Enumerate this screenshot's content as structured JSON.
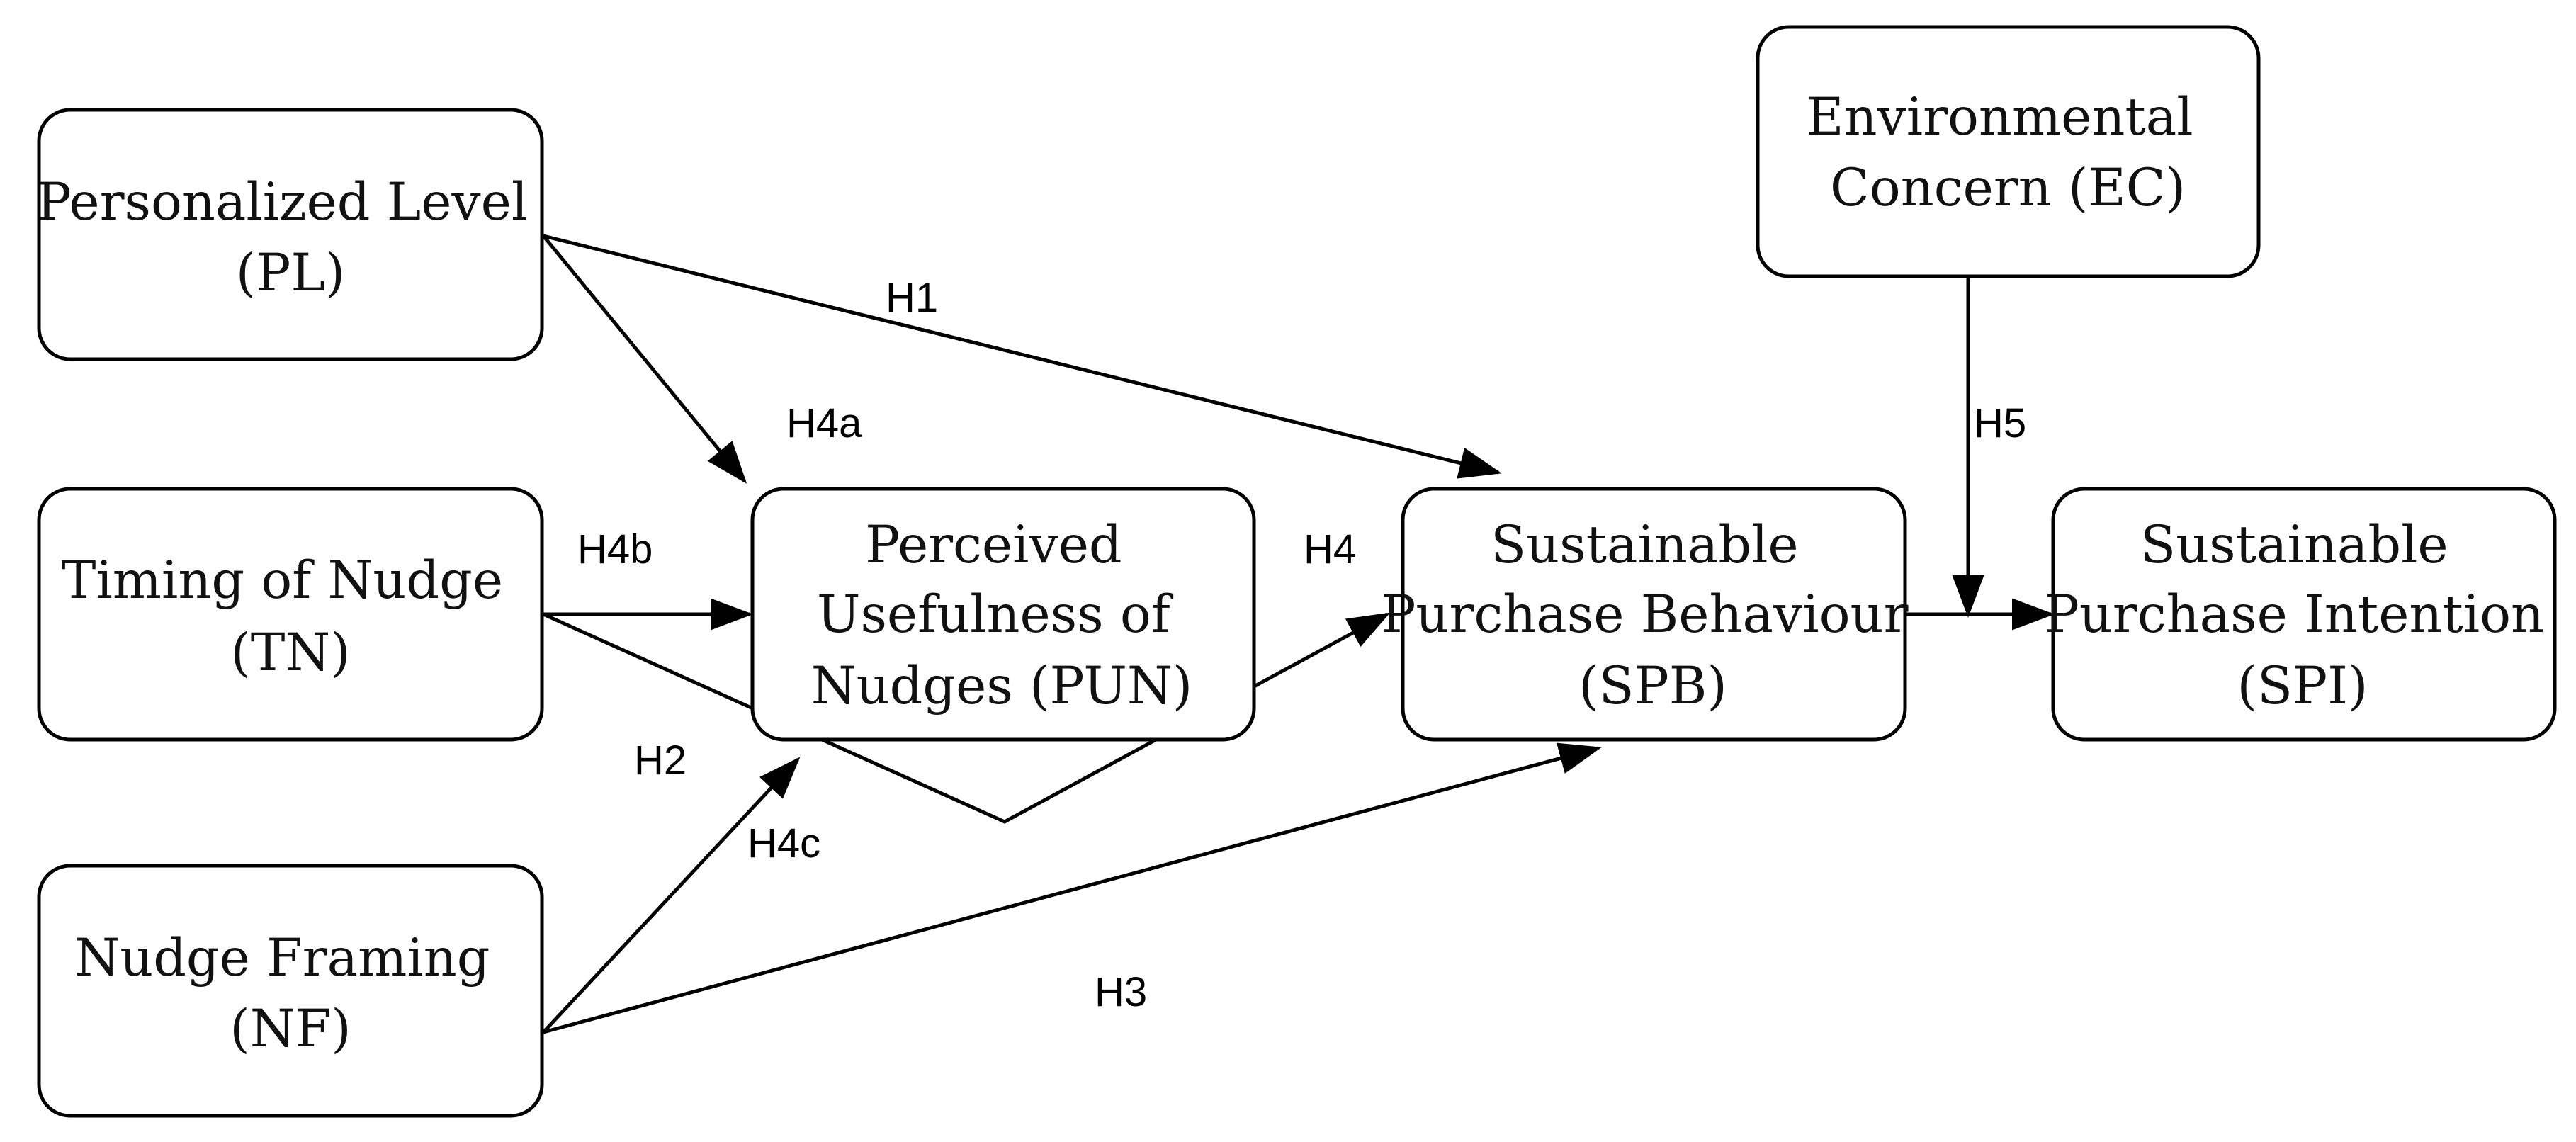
{
  "nodes": {
    "pl": {
      "line1": "Personalized Level",
      "line2": "(PL)"
    },
    "tn": {
      "line1": "Timing of Nudge",
      "line2": "(TN)"
    },
    "nf": {
      "line1": "Nudge Framing",
      "line2": "(NF)"
    },
    "pun": {
      "line1": "Perceived",
      "line2": "Usefulness of",
      "line3": "Nudges (PUN)"
    },
    "spb": {
      "line1": "Sustainable",
      "line2": "Purchase Behaviour",
      "line3": "(SPB)"
    },
    "spi": {
      "line1": "Sustainable",
      "line2": "Purchase Intention",
      "line3": "(SPI)"
    },
    "ec": {
      "line1": "Environmental",
      "line2": "Concern (EC)"
    }
  },
  "edges": {
    "h1": "H1",
    "h2": "H2",
    "h3": "H3",
    "h4": "H4",
    "h4a": "H4a",
    "h4b": "H4b",
    "h4c": "H4c",
    "h5": "H5"
  }
}
